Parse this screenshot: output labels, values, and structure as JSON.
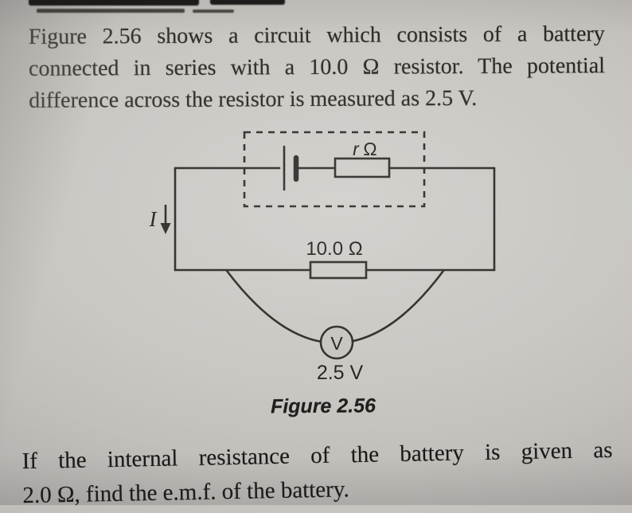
{
  "colors": {
    "ink": "#2b2925",
    "paper": "#c6c3bf"
  },
  "problem": {
    "intro_lines": [
      "Figure 2.56 shows a circuit which consists of a battery",
      "connected in series with a 10.0 Ω resistor. The potential",
      "difference across the resistor is measured as 2.5 V."
    ],
    "question_lines": [
      "If the internal resistance of the battery is given as",
      "2.0 Ω, find the e.m.f. of the battery."
    ]
  },
  "figure": {
    "caption": "Figure 2.56",
    "labels": {
      "current": "I",
      "internal_resistor_symbol": "r",
      "internal_resistor_unit": "Ω",
      "external_resistor": "10.0 Ω",
      "voltmeter": "V",
      "voltmeter_reading": "2.5 V"
    }
  }
}
